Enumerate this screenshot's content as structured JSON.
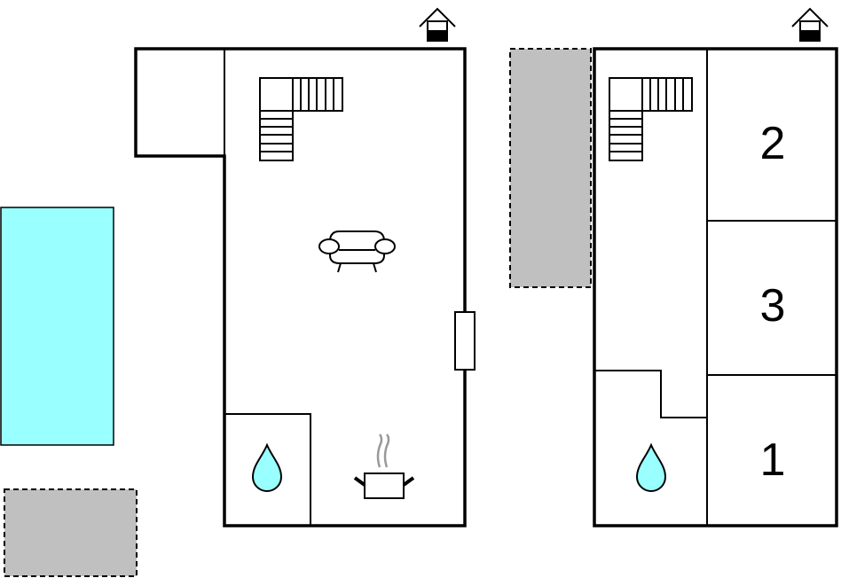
{
  "colors": {
    "pool": "#99ffff",
    "terrace": "#c0c0c0",
    "water": "#99ffff",
    "wall": "#000000",
    "steam": "#999999"
  },
  "ground_floor": {
    "icons": [
      "entrance-house-icon",
      "stairs-icon",
      "sofa-icon",
      "cooking-pot-icon",
      "water-drop-icon"
    ]
  },
  "upper_floor": {
    "rooms": [
      {
        "label": "2"
      },
      {
        "label": "3"
      },
      {
        "label": "1"
      }
    ],
    "icons": [
      "entrance-house-icon",
      "stairs-icon",
      "water-drop-icon"
    ]
  }
}
